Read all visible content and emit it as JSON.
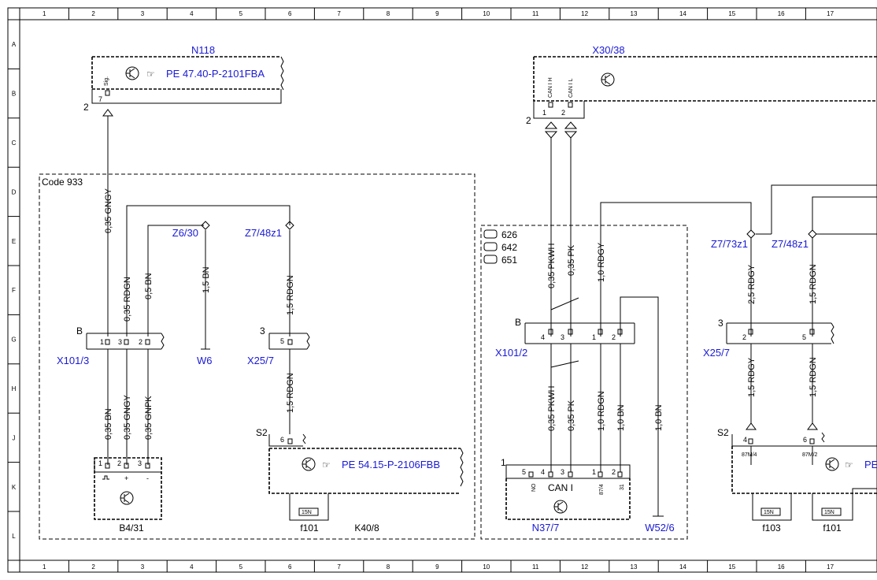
{
  "ruler": {
    "cols": [
      "1",
      "2",
      "3",
      "4",
      "5",
      "6",
      "7",
      "8",
      "9",
      "10",
      "11",
      "12",
      "13",
      "14",
      "15",
      "16",
      "17"
    ],
    "rows": [
      "A",
      "B",
      "C",
      "D",
      "E",
      "F",
      "G",
      "H",
      "J",
      "K",
      "L"
    ]
  },
  "components": {
    "n118": "N118",
    "x30_38": "X30/38",
    "b4_31": "B4/31",
    "k40_8": "K40/8",
    "n37_7": "N37/7",
    "w52_6": "W52/6",
    "w6": "W6",
    "x101_3": "X101/3",
    "x101_2": "X101/2",
    "x25_7_a": "X25/7",
    "x25_7_b": "X25/7",
    "z6_30": "Z6/30",
    "z7_48z1_a": "Z7/48z1",
    "z7_48z1_b": "Z7/48z1",
    "z7_73z1": "Z7/73z1",
    "f101_a": "f101",
    "f101_b": "f101",
    "f103": "f103"
  },
  "refs": {
    "pe_n118": "PE 47.40-P-2101FBA",
    "pe_k40": "PE 54.15-P-2106FBB",
    "pe_right": "PE"
  },
  "code_box": "Code 933",
  "engine_codes": [
    "626",
    "642",
    "651"
  ],
  "can_label": "CAN I",
  "wires": {
    "w_gngy_top": "0,35 GNGY",
    "w_rdgn": "0,35 RDGN",
    "w_bn05": "0,5 BN",
    "w_bn15": "1,5 BN",
    "w_rdgn15_top": "1,5 RDGN",
    "w_bn035": "0,35 BN",
    "w_gngy_bot": "0,35 GNGY",
    "w_gnpk": "0,35 GNPK",
    "w_rdgn15_bot": "1,5 RDGN",
    "w_pkwh_top": "0,35 PKWH",
    "w_pk_top": "0,35 PK",
    "w_rdgy10": "1,0 RDGY",
    "w_pkwh_bot": "0,35 PKWH",
    "w_pk_bot": "0,35 PK",
    "w_rdgn10": "1,0 RDGN",
    "w_bn10a": "1,0 BN",
    "w_bn10b": "1,0 BN",
    "w_rdgy25": "2,5 RDGY",
    "w_rdgn15_r": "1,5 RDGN",
    "w_rdgy15_r": "1,5 RDGY",
    "w_rdgn15_r2": "1,5 RDGN"
  },
  "pins": {
    "sig": "Sig.",
    "canih": "CAN I H",
    "canil": "CAN I L",
    "p7": "7",
    "p1": "1",
    "p2": "2",
    "p3": "3",
    "p4": "4",
    "p5": "5",
    "p6": "6",
    "plus": "+",
    "minus": "-",
    "no": "NO",
    "p31": "31",
    "p87_4": "87/4",
    "p87m4": "87M/4",
    "p87m2": "87M/2",
    "f15n": "15N"
  },
  "markers": {
    "two": "2",
    "b": "B",
    "three": "3",
    "s2": "S2",
    "one": "1"
  }
}
